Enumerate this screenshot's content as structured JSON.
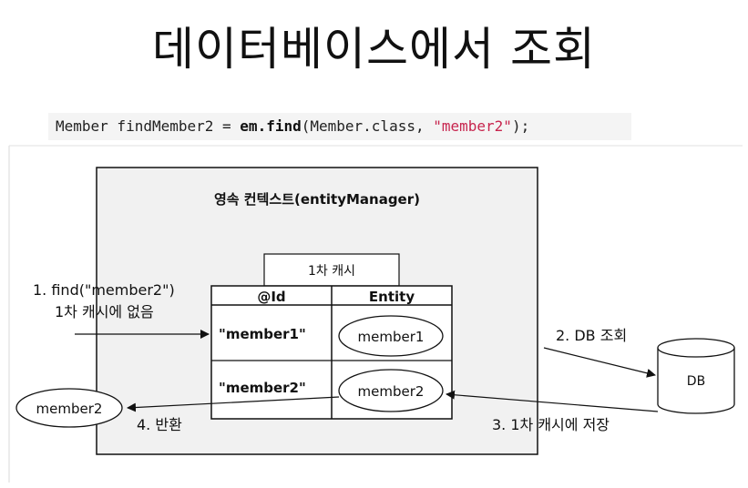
{
  "title": "데이터베이스에서 조회",
  "code": {
    "prefix": "Member findMember2 = ",
    "method": "em.find",
    "args_open": "(Member.class, ",
    "arg_string": "\"member2\"",
    "suffix": ");"
  },
  "diagram": {
    "context_label": "영속 컨텍스트(entityManager)",
    "cache_label": "1차 캐시",
    "table_headers": [
      "@Id",
      "Entity"
    ],
    "rows": [
      {
        "id": "\"member1\"",
        "entity": "member1"
      },
      {
        "id": "\"member2\"",
        "entity": "member2"
      }
    ],
    "step1_line1": "1. find(\"member2\")",
    "step1_line2": "1차 캐시에 없음",
    "step2": "2. DB 조회",
    "step3": "3. 1차 캐시에 저장",
    "step4": "4. 반환",
    "db_label": "DB",
    "returned_entity": "member2"
  }
}
